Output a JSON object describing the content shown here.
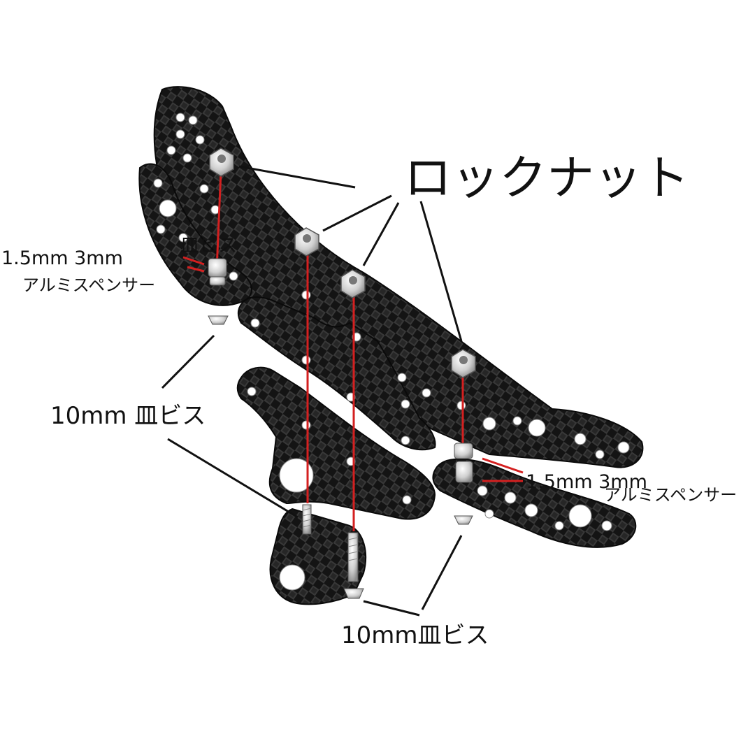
{
  "labels": {
    "lock_nut": "ロックナット",
    "countersunk_top": "皿ビス",
    "spacer_left_size": "1.5mm 3mm",
    "spacer_left_name": "アルミスペンサー",
    "screw_left": "10mm 皿ビス",
    "spacer_right_size": "1.5mm 3mm",
    "spacer_right_name": "アルミスペンサー",
    "screw_bottom": "10mm皿ビス"
  },
  "colors": {
    "plate": "#1c1c1c",
    "weave_dark": "#0e0e0e",
    "weave_light": "#3a3a3a",
    "hole": "#ffffff",
    "axis": "#d42020",
    "leader": "#111111",
    "metal": "#d8d8d8"
  }
}
